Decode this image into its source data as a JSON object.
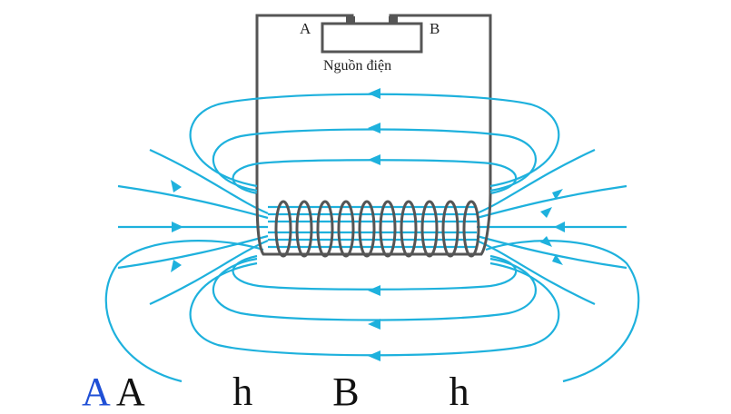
{
  "diagram": {
    "terminal_a": "A",
    "terminal_b": "B",
    "power_source_label": "Nguồn điện",
    "coil_turns": 10,
    "colors": {
      "field_lines": "#1eb1dd",
      "wire": "#555555",
      "text": "#222222",
      "bottom_lead": "#1f4fd6"
    }
  },
  "footer": {
    "lead": "A",
    "text": " A         h        B         h"
  }
}
